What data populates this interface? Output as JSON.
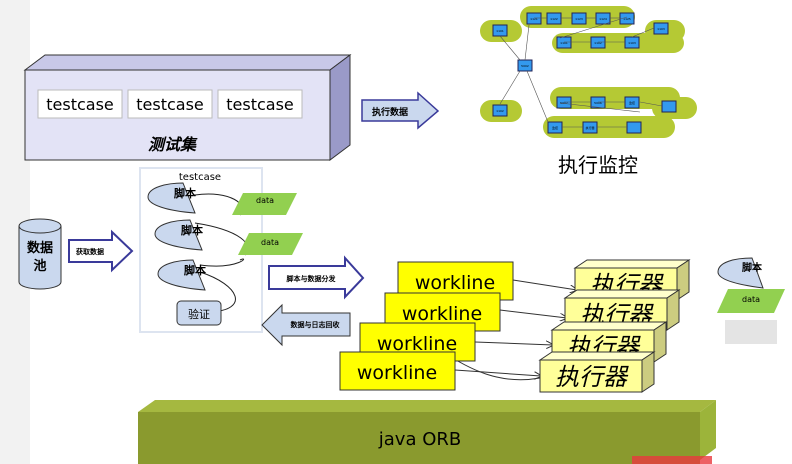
{
  "test_suite": {
    "label": "测试集",
    "testcases": [
      "testcase",
      "testcase",
      "testcase"
    ]
  },
  "exec_data_arrow": "执行数据",
  "monitor": {
    "title": "执行监控",
    "nodes": [
      "1121",
      "1122",
      "1123",
      "1124",
      "1125",
      "1101",
      "1102",
      "1103",
      "1101",
      "1102",
      "1103",
      "5002",
      "5002",
      "5006",
      "监控",
      "监控",
      "执行器"
    ]
  },
  "testcase_panel": {
    "title": "testcase",
    "scripts": [
      "脚本",
      "脚本",
      "脚本"
    ],
    "data": [
      "data",
      "data"
    ],
    "verify": "验证"
  },
  "data_pool": "数据池",
  "fetch_arrow": "获取数据",
  "dispatch_arrow": "脚本与数据分发",
  "collect_arrow": "数据与日志回收",
  "worklines": [
    "workline",
    "workline",
    "workline",
    "workline"
  ],
  "executors": [
    "执行器",
    "执行器",
    "执行器",
    "执行器"
  ],
  "legend": {
    "script": "脚本",
    "data": "data"
  },
  "orb": "java ORB",
  "colors": {
    "suite": "#e0e0f5",
    "data": "#92d050",
    "workline": "#ffff00",
    "executor": "#ffff99",
    "orb": "#8a9a2e",
    "script": "#cad8ee",
    "arrow": "#3a3a9a"
  }
}
